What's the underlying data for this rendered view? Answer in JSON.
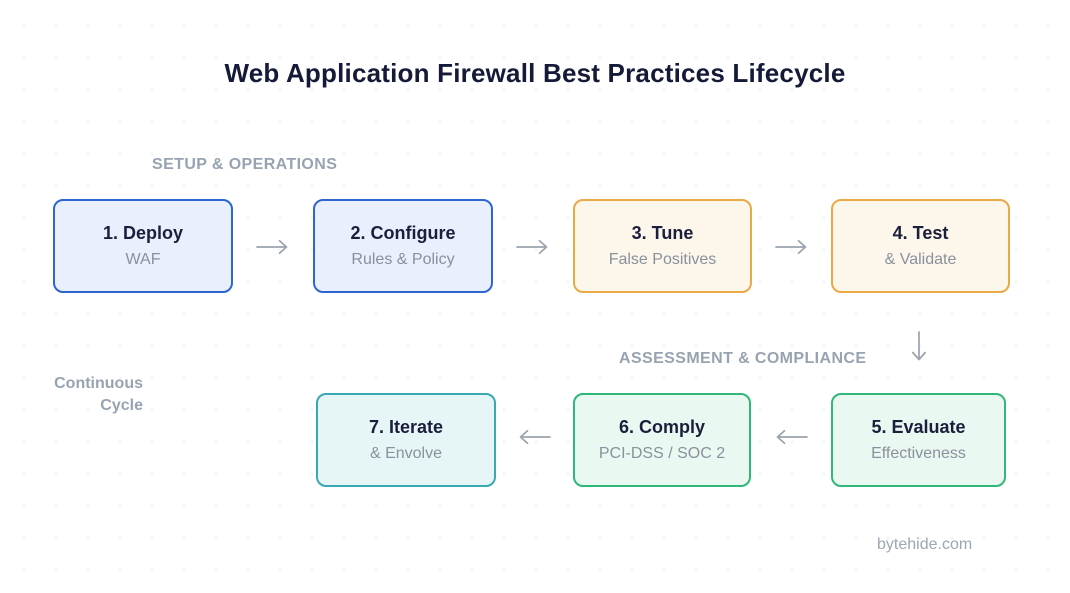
{
  "title": "Web Application Firewall Best Practices Lifecycle",
  "sections": {
    "setup_label": "SETUP & OPERATIONS",
    "assessment_label": "ASSESSMENT & COMPLIANCE",
    "cycle_label_line1": "Continuous",
    "cycle_label_line2": "Cycle"
  },
  "steps": [
    {
      "title": "1. Deploy",
      "subtitle": "WAF",
      "theme": "blue",
      "border": "#2e66d0",
      "fill": "#e9effc"
    },
    {
      "title": "2. Configure",
      "subtitle": "Rules & Policy",
      "theme": "blue",
      "border": "#2e66d0",
      "fill": "#e9effc"
    },
    {
      "title": "3. Tune",
      "subtitle": "False Positives",
      "theme": "orange",
      "border": "#e9a945",
      "fill": "#fdf6eb"
    },
    {
      "title": "4. Test",
      "subtitle": "& Validate",
      "theme": "orange",
      "border": "#e9a945",
      "fill": "#fdf6eb"
    },
    {
      "title": "5. Evaluate",
      "subtitle": "Effectiveness",
      "theme": "green",
      "border": "#2fb878",
      "fill": "#e9f8f0"
    },
    {
      "title": "6. Comply",
      "subtitle": "PCI-DSS / SOC 2",
      "theme": "green",
      "border": "#2fb878",
      "fill": "#e9f8f0"
    },
    {
      "title": "7. Iterate",
      "subtitle": "& Envolve",
      "theme": "teal",
      "border": "#38a9b4",
      "fill": "#e6f5f6"
    }
  ],
  "footer": {
    "brand": "bytehide.com"
  },
  "colors": {
    "title_navy": "#141a38",
    "step_title_navy": "#1a1f3c",
    "subtitle_gray": "#8a919e",
    "label_gray": "#98a3b1",
    "arrow_gray": "#9aa3ad",
    "footer_gray": "#9aa7b5"
  }
}
